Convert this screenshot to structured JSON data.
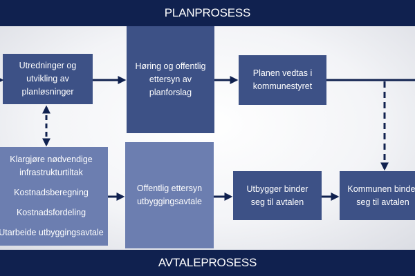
{
  "header": {
    "title": "PLANPROSESS"
  },
  "footer": {
    "title": "AVTALEPROSESS"
  },
  "boxes": {
    "utredninger": [
      "Utredninger og",
      "utvikling av",
      "planløsninger"
    ],
    "horing": [
      "Høring og offentlig",
      "ettersyn av",
      "planforslag"
    ],
    "vedtas": [
      "Planen vedtas i",
      "kommunestyret"
    ],
    "klargjore": {
      "item1": [
        "Klargjøre nødvendige",
        "infrastrukturtiltak"
      ],
      "item2": "Kostnadsberegning",
      "item3": "Kostnadsfordeling",
      "item4": "Utarbeide utbyggingsavtale"
    },
    "offentlig": [
      "Offentlig ettersyn",
      "utbyggingsavtale"
    ],
    "utbygger": [
      "Utbygger binder",
      "seg til avtalen"
    ],
    "kommunen": [
      "Kommunen binder",
      "seg til avtalen"
    ]
  },
  "colors": {
    "band": "#10214f",
    "dark_box": "#3d5186",
    "light_box": "#6c7eb0",
    "arrow": "#10214f"
  }
}
